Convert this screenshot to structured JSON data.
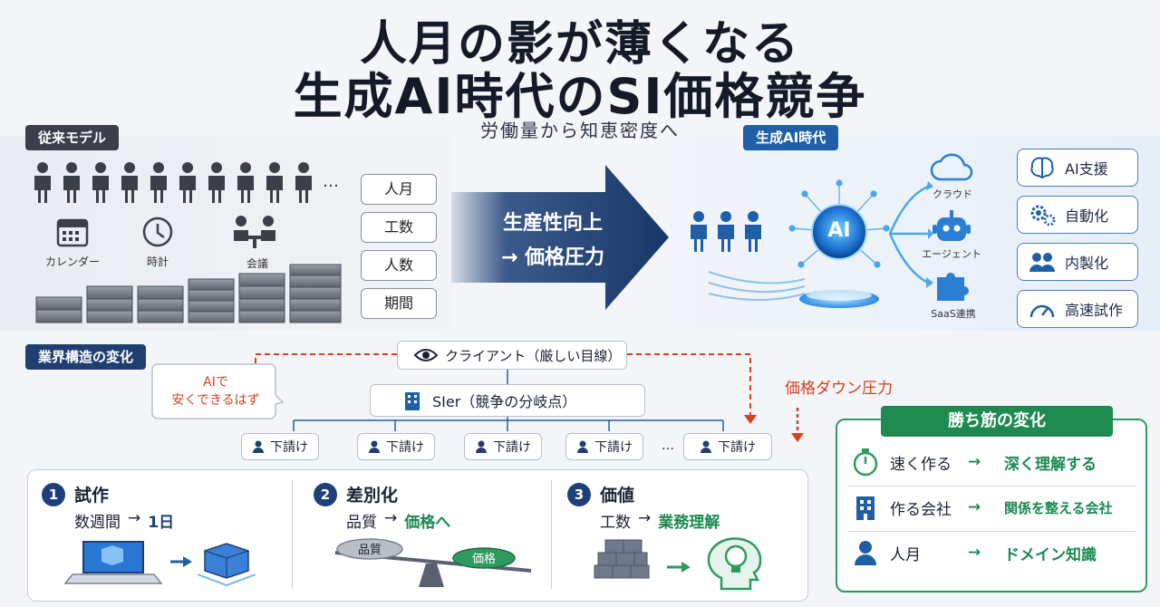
{
  "title": {
    "line1": "人月の影が薄くなる",
    "line2": "生成AI時代のSI価格競争",
    "subtitle": "労働量から知恵密度へ"
  },
  "traditional": {
    "tag": "従来モデル",
    "ellipsis": "…",
    "icons": [
      {
        "label": "カレンダー",
        "icon": "calendar-icon"
      },
      {
        "label": "時計",
        "icon": "clock-icon"
      },
      {
        "label": "会議",
        "icon": "meeting-icon"
      }
    ],
    "pills": [
      "人月",
      "工数",
      "人数",
      "期間"
    ]
  },
  "arrow": {
    "line1": "生産性向上",
    "line2": "→ 価格圧力"
  },
  "genai": {
    "tag": "生成AI時代",
    "core": "AI",
    "outputs": [
      {
        "label": "クラウド",
        "icon": "cloud-icon"
      },
      {
        "label": "エージェント",
        "icon": "robot-icon"
      },
      {
        "label": "SaaS連携",
        "icon": "puzzle-icon"
      }
    ],
    "buttons": [
      {
        "label": "AI支援",
        "icon": "brain-icon"
      },
      {
        "label": "自動化",
        "icon": "gears-icon"
      },
      {
        "label": "内製化",
        "icon": "team-icon"
      },
      {
        "label": "高速試作",
        "icon": "speedometer-icon"
      }
    ]
  },
  "industry": {
    "tag": "業界構造の変化",
    "client": "クライアント（厳しい目線）",
    "bubble": {
      "line1": "AIで",
      "line2": "安くできるはず"
    },
    "sier": "SIer（競争の分岐点）",
    "subcontractors": [
      "下請け",
      "下請け",
      "下請け",
      "下請け",
      "下請け"
    ],
    "ellipsis": "…",
    "pressure": "価格ダウン圧力",
    "colors": {
      "pressure": "#d8401f"
    }
  },
  "stages": [
    {
      "num": "1",
      "title": "試作",
      "from": "数週間",
      "arrow": "→",
      "to": "1日"
    },
    {
      "num": "2",
      "title": "差別化",
      "from": "品質",
      "arrow": "→",
      "to": "価格へ",
      "scale_left": "品質",
      "scale_right": "価格"
    },
    {
      "num": "3",
      "title": "価値",
      "from": "工数",
      "arrow": "→",
      "to": "業務理解"
    }
  ],
  "winning": {
    "title": "勝ち筋の変化",
    "rows": [
      {
        "icon": "stopwatch-icon",
        "from": "速く作る",
        "arrow": "→",
        "to": "深く理解する"
      },
      {
        "icon": "building-icon",
        "from": "作る会社",
        "arrow": "→",
        "to": "関係を整える会社"
      },
      {
        "icon": "person-icon",
        "from": "人月",
        "arrow": "→",
        "to": "ドメイン知識"
      }
    ],
    "colors": {
      "accent": "#2e9a5e"
    }
  }
}
